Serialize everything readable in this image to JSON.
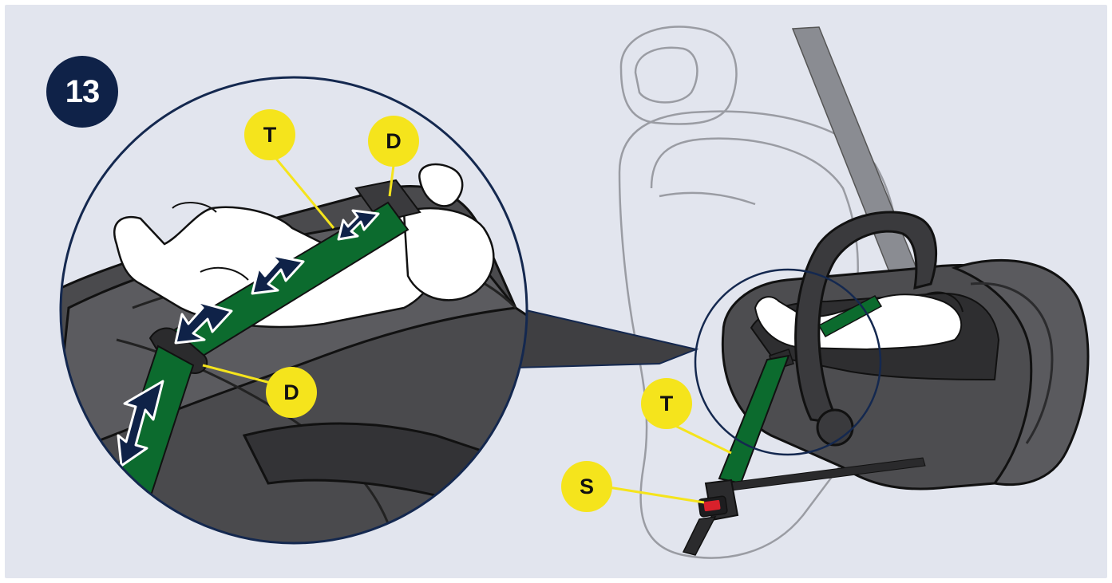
{
  "step": {
    "number": "13"
  },
  "callouts": {
    "zoom_top_left": "T",
    "zoom_top_right": "D",
    "zoom_bottom": "D",
    "main_t": "T",
    "main_s": "S"
  },
  "colors": {
    "background": "#e2e5ee",
    "badge": "#0f2248",
    "callout": "#f5e41c",
    "belt": "#0c6b2e",
    "arrow": "#0f2248",
    "seat_shell": "#4a4a4c",
    "seat_dark": "#2b2b2d",
    "buckle_button": "#d8212b"
  },
  "icons": [
    "down-left-arrow-icon",
    "seatbelt-buckle-icon"
  ]
}
